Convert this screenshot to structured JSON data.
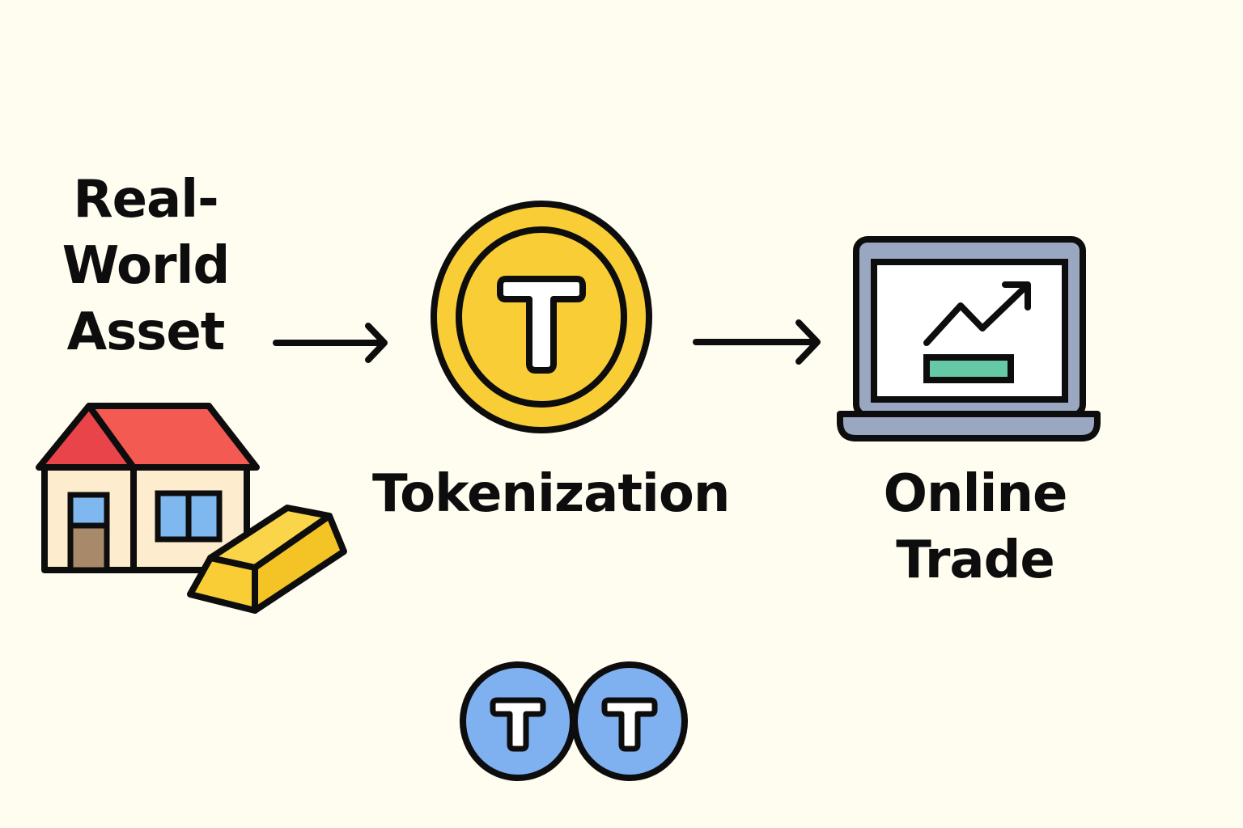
{
  "labels": {
    "asset": [
      "Real-",
      "World",
      "Asset"
    ],
    "tokenization": "Tokenization",
    "trade": [
      "Online",
      "Trade"
    ]
  },
  "token_letter": "T",
  "icons": {
    "house": "house-icon",
    "gold_bar": "gold-bar-icon",
    "arrow": "arrow-right-icon",
    "coin": "token-coin-icon",
    "laptop": "laptop-chart-icon",
    "mini_token": "mini-token-icon"
  },
  "colors": {
    "background": "#fffcf0",
    "outline": "#0d0d0d",
    "roof": "#f0504a",
    "wall": "#fdeccd",
    "window": "#7fb8ef",
    "door": "#a88a6a",
    "gold": "#f9cd35",
    "gold_dark": "#f2bd1f",
    "laptop_frame": "#9aa7c1",
    "screen": "#ffffff",
    "chart_bar": "#65c9a6",
    "mini_token": "#7fb0ef"
  }
}
